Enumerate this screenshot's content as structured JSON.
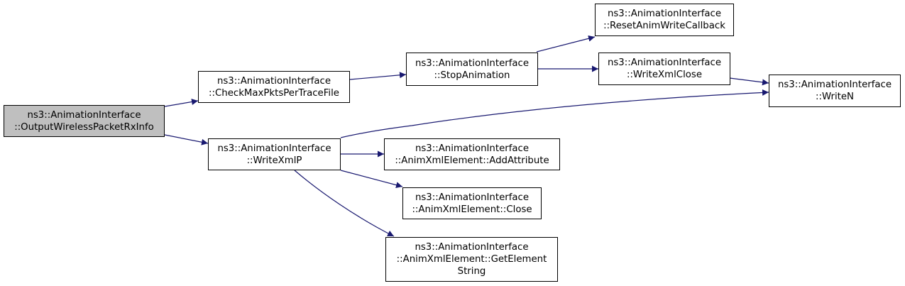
{
  "colors": {
    "edge": "#191970",
    "root_fill": "#bfbfbf",
    "node_fill": "#ffffff",
    "border": "#000000"
  },
  "nodes": {
    "output_wireless": {
      "line1": "ns3::AnimationInterface",
      "line2": "::OutputWirelessPacketRxInfo"
    },
    "check_max": {
      "line1": "ns3::AnimationInterface",
      "line2": "::CheckMaxPktsPerTraceFile"
    },
    "write_xml_p": {
      "line1": "ns3::AnimationInterface",
      "line2": "::WriteXmlP"
    },
    "stop_animation": {
      "line1": "ns3::AnimationInterface",
      "line2": "::StopAnimation"
    },
    "reset_anim": {
      "line1": "ns3::AnimationInterface",
      "line2": "::ResetAnimWriteCallback"
    },
    "write_xml_close": {
      "line1": "ns3::AnimationInterface",
      "line2": "::WriteXmlClose"
    },
    "write_n": {
      "line1": "ns3::AnimationInterface",
      "line2": "::WriteN"
    },
    "add_attribute": {
      "line1": "ns3::AnimationInterface",
      "line2": "::AnimXmlElement::AddAttribute"
    },
    "close": {
      "line1": "ns3::AnimationInterface",
      "line2": "::AnimXmlElement::Close"
    },
    "get_element_string": {
      "line1": "ns3::AnimationInterface",
      "line2": "::AnimXmlElement::GetElement",
      "line3": "String"
    }
  }
}
